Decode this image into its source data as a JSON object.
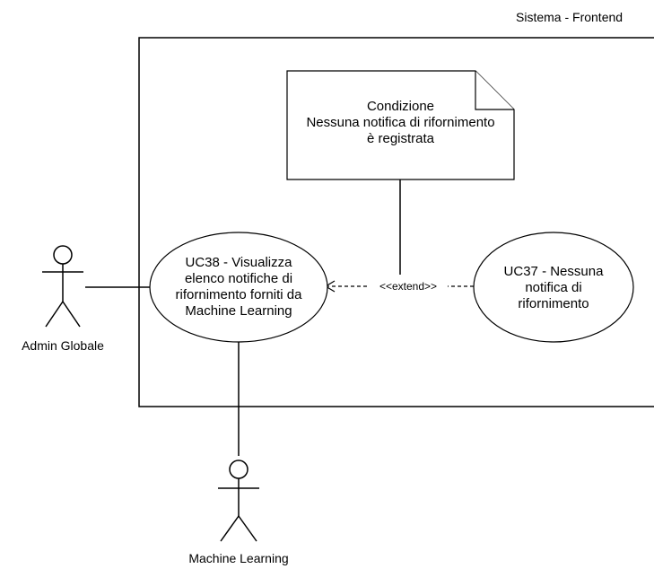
{
  "system": {
    "title": "Sistema - Frontend"
  },
  "note": {
    "lines": [
      "Condizione",
      "Nessuna notifica di rifornimento",
      "è registrata"
    ]
  },
  "use_cases": {
    "uc38": {
      "lines": [
        "UC38 - Visualizza",
        "elenco notifiche di",
        "rifornimento forniti da",
        "Machine Learning"
      ]
    },
    "uc37": {
      "lines": [
        "UC37 - Nessuna",
        "notifica di",
        "rifornimento"
      ]
    }
  },
  "relation": {
    "label": "<<extend>>"
  },
  "actors": {
    "admin": {
      "name": "Admin Globale"
    },
    "ml": {
      "name": "Machine Learning"
    }
  }
}
